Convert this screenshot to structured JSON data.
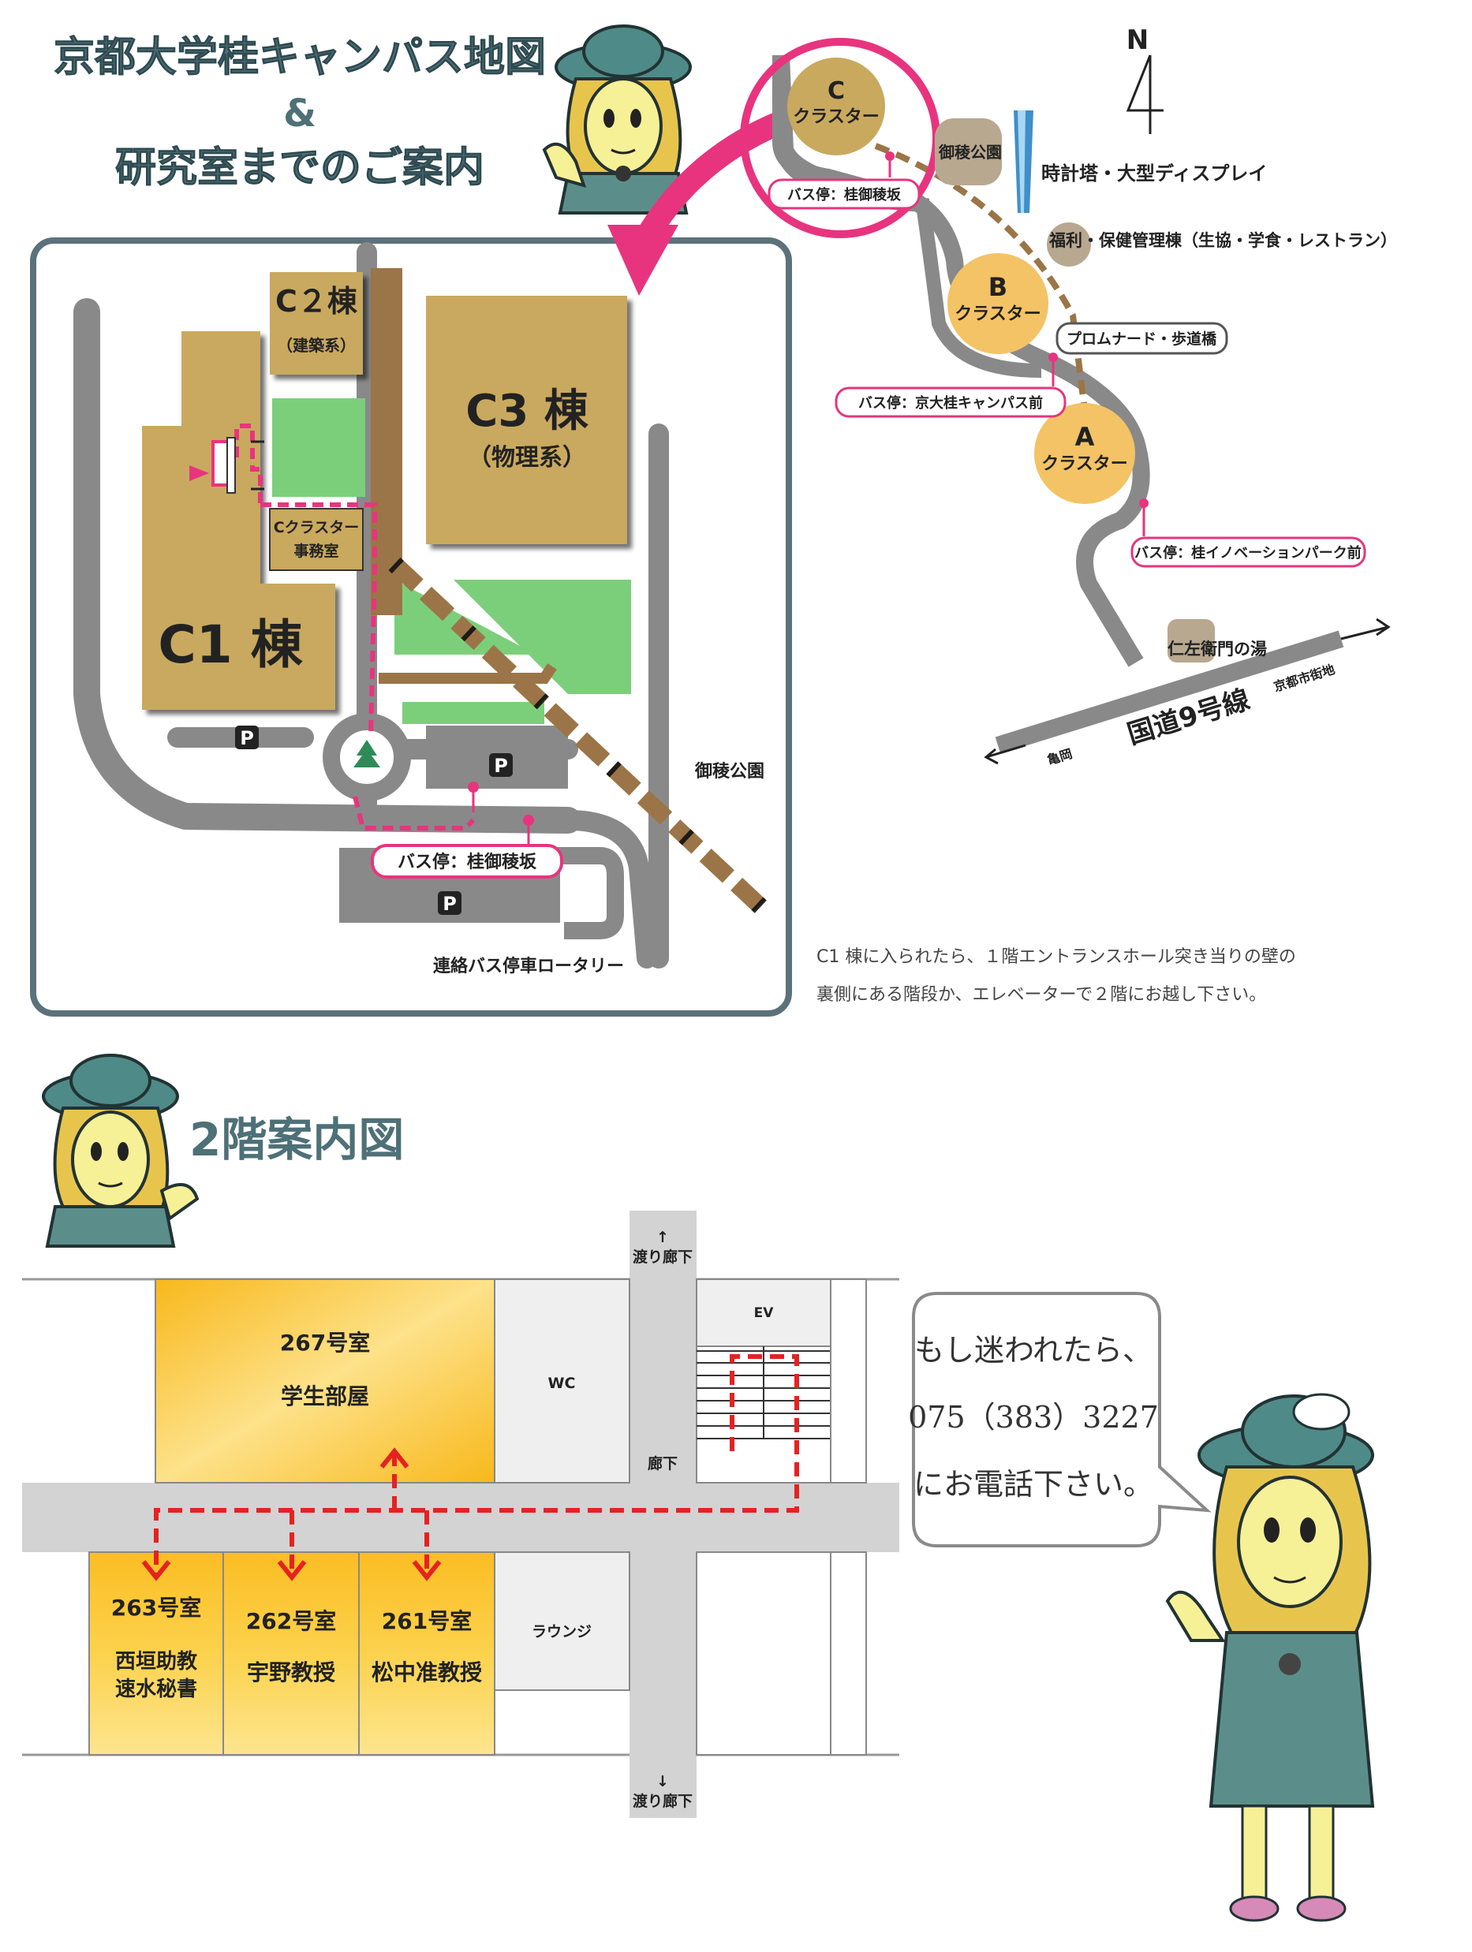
{
  "title": {
    "line1": "京都大学桂キャンパス地図",
    "line2": "&",
    "line3": "研究室までのご案内"
  },
  "campus_map": {
    "buildings": {
      "c1": "C1 棟",
      "c2": "C２棟",
      "c2_sub": "（建築系）",
      "c3": "C3 棟",
      "c3_sub": "（物理系）",
      "office_line1": "Cクラスター",
      "office_line2": "事務室"
    },
    "parking": "P",
    "bus_stop": "バス停：桂御稜坂",
    "park": "御稜公園",
    "rotary": "連絡バス停車ロータリー"
  },
  "area_map": {
    "north": "N",
    "clusters": {
      "c_letter": "C",
      "c_label": "クラスター",
      "b_letter": "B",
      "b_label": "クラスター",
      "a_letter": "A",
      "a_label": "クラスター"
    },
    "labels": {
      "bus_c": "バス停：桂御稜坂",
      "park": "御稜公園",
      "clock": "時計塔・大型ディスプレイ",
      "welfare": "福利・保健管理棟（生協・学食・レストラン）",
      "promenade": "プロムナード・歩道橋",
      "bus_b": "バス停：京大桂キャンパス前",
      "bus_a": "バス停：桂イノベーションパーク前",
      "jinza": "仁左衛門の湯",
      "route9": "国道9号線",
      "kyoto_city": "京都市街地",
      "kameoka": "亀岡"
    }
  },
  "directions": {
    "line1": "C1 棟に入られたら、１階エントランスホール突き当りの壁の",
    "line2": "裏側にある階段か、エレベーターで２階にお越し下さい。"
  },
  "floor": {
    "heading": "2階案内図",
    "rooms": {
      "r267_no": "267号室",
      "r267_name": "学生部屋",
      "r263_no": "263号室",
      "r263_name1": "西垣助教",
      "r263_name2": "速水秘書",
      "r262_no": "262号室",
      "r262_name": "宇野教授",
      "r261_no": "261号室",
      "r261_name": "松中准教授",
      "wc": "WC",
      "ev": "EV",
      "corridor": "廊下",
      "lounge": "ラウンジ",
      "bridge_top": "渡り廊下",
      "bridge_bottom": "渡り廊下",
      "arrow_up": "↑",
      "arrow_down": "↓"
    }
  },
  "bubble": {
    "line1": "もし迷われたら、",
    "line2": "075（383）3227",
    "line3": "にお電話下さい。"
  },
  "colors": {
    "title": "#4e7077",
    "building": "#c9a95e",
    "cluster": "#f3c365",
    "road": "#898989",
    "grass": "#7ccf7a",
    "route": "#e8347e",
    "path": "#9b7547",
    "room": "#fbc02a",
    "floor_route": "#e52222"
  }
}
